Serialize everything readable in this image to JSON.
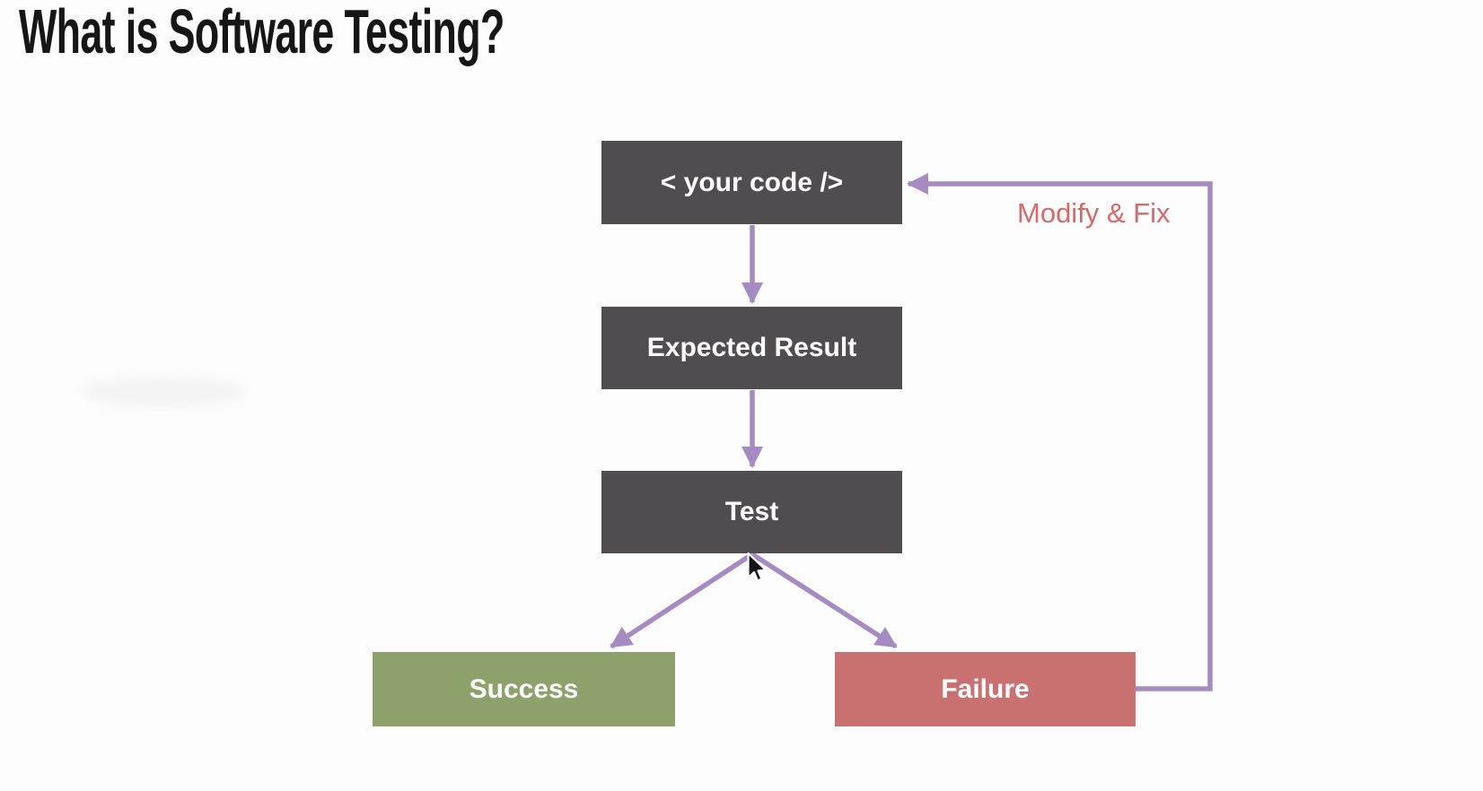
{
  "page": {
    "title": "What is Software Testing?",
    "background_color": "#fdfdfd"
  },
  "diagram": {
    "nodes": [
      {
        "id": "your-code",
        "label": "< your code />",
        "bg": "#514c4f",
        "text_color": "#ffffff"
      },
      {
        "id": "expected-result",
        "label": "Expected Result",
        "bg": "#514c4f",
        "text_color": "#ffffff"
      },
      {
        "id": "test",
        "label": "Test",
        "bg": "#514c4f",
        "text_color": "#ffffff"
      },
      {
        "id": "success",
        "label": "Success",
        "bg": "#8da26b",
        "text_color": "#ffffff"
      },
      {
        "id": "failure",
        "label": "Failure",
        "bg": "#c87170",
        "text_color": "#ffffff"
      }
    ],
    "edges": [
      {
        "from": "your-code",
        "to": "expected-result"
      },
      {
        "from": "expected-result",
        "to": "test"
      },
      {
        "from": "test",
        "to": "success"
      },
      {
        "from": "test",
        "to": "failure"
      },
      {
        "from": "failure",
        "to": "your-code",
        "label": "Modify & Fix"
      }
    ],
    "edge_label": {
      "text": "Modify & Fix",
      "color": "#d6696b"
    },
    "arrow_color": "#a58bc2"
  }
}
